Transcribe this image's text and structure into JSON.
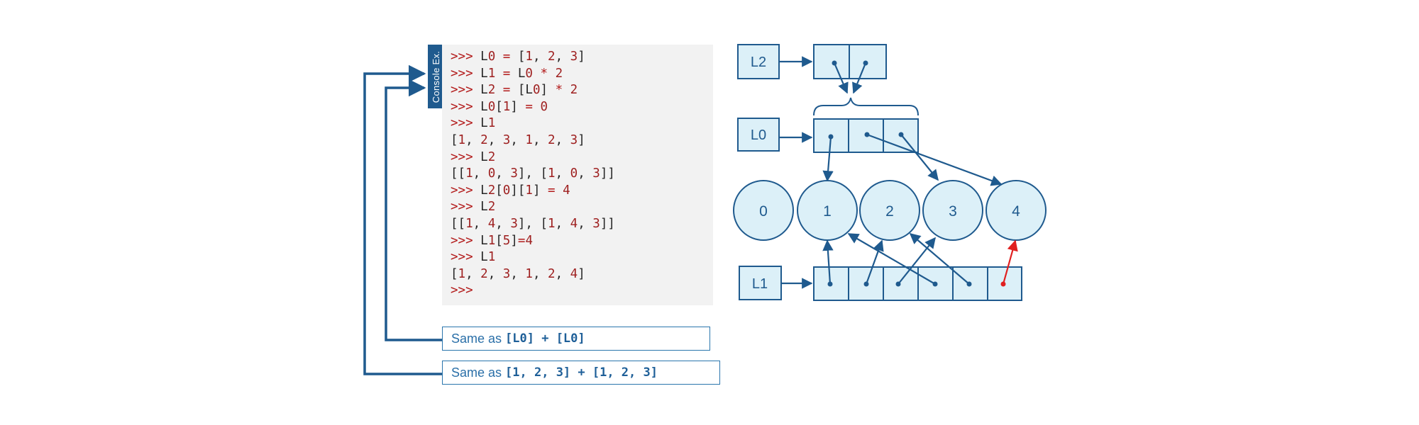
{
  "console": {
    "tab_label": "Console Ex.",
    "lines": [
      {
        "kind": "input",
        "code": "L0 = [1, 2, 3]"
      },
      {
        "kind": "input",
        "code": "L1 = L0 * 2"
      },
      {
        "kind": "input",
        "code": "L2 = [L0] * 2"
      },
      {
        "kind": "input",
        "code": "L0[1] = 0"
      },
      {
        "kind": "input",
        "code": "L1"
      },
      {
        "kind": "output",
        "code": "[1, 2, 3, 1, 2, 3]"
      },
      {
        "kind": "input",
        "code": "L2"
      },
      {
        "kind": "output",
        "code": "[[1, 0, 3], [1, 0, 3]]"
      },
      {
        "kind": "input",
        "code": "L2[0][1] = 4"
      },
      {
        "kind": "input",
        "code": "L2"
      },
      {
        "kind": "output",
        "code": "[[1, 4, 3], [1, 4, 3]]"
      },
      {
        "kind": "input",
        "code": "L1[5]=4"
      },
      {
        "kind": "input",
        "code": "L1"
      },
      {
        "kind": "output",
        "code": "[1, 2, 3, 1, 2, 4]"
      },
      {
        "kind": "input",
        "code": ""
      }
    ],
    "prompt": ">>>"
  },
  "notes": [
    {
      "text": "Same as",
      "code": "[L0] + [L0]"
    },
    {
      "text": "Same as",
      "code": "[1, 2, 3] + [1, 2, 3]"
    }
  ],
  "diagram": {
    "variables": [
      "L2",
      "L0",
      "L1"
    ],
    "values": [
      "0",
      "1",
      "2",
      "3",
      "4"
    ],
    "colors": {
      "box_fill": "#dcf0f8",
      "stroke": "#1f5a8e",
      "highlight": "#e02020"
    }
  }
}
